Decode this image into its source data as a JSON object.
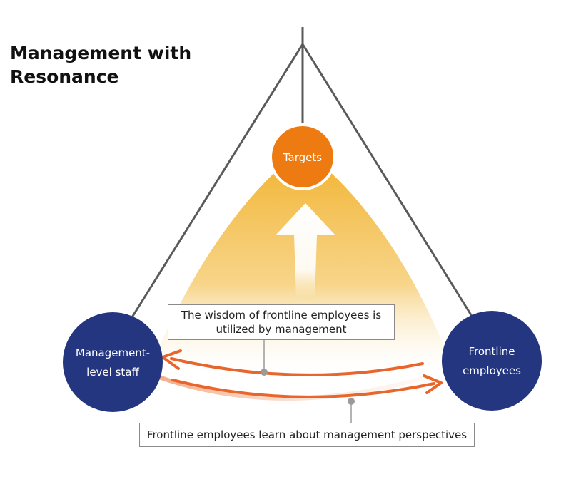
{
  "title": {
    "line1": "Management with",
    "line2": "Resonance"
  },
  "nodes": {
    "targets": {
      "label": "Targets"
    },
    "management": {
      "line1": "Management-",
      "line2": "level staff"
    },
    "frontline": {
      "line1": "Frontline",
      "line2": "employees"
    }
  },
  "notes": {
    "wisdom": {
      "line1": "The wisdom of frontline employees is",
      "line2": "utilized by management"
    },
    "learn": "Frontline employees learn about management perspectives"
  },
  "colors": {
    "navy": "#24367f",
    "orange": "#ee7a12",
    "arrow": "#e8652b",
    "beam": "#f2b73a",
    "line": "#5a5a5a",
    "text": "#111111"
  }
}
